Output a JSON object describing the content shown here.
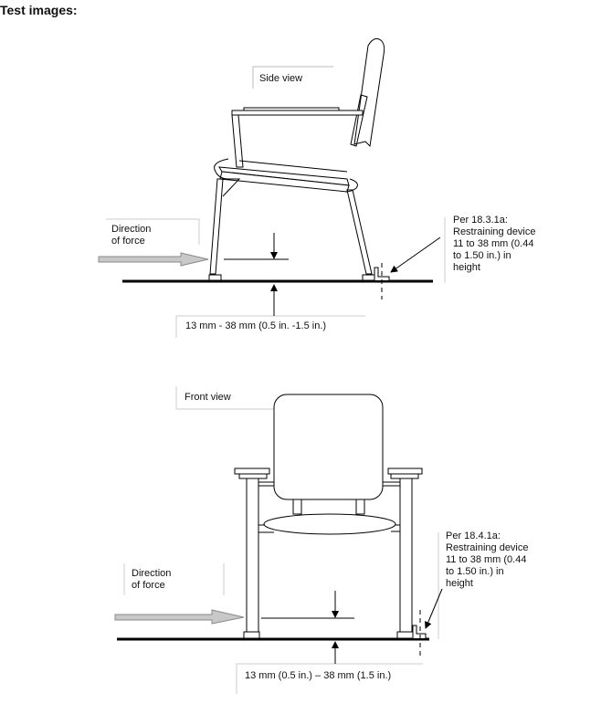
{
  "heading": "Test images:",
  "side_view": {
    "title": "Side view",
    "force_label": [
      "Direction",
      "of force"
    ],
    "dimension": "13 mm - 38 mm (0.5 in. -1.5 in.)",
    "note": [
      "Per 18.3.1a:",
      "Restraining device",
      "11 to 38 mm (0.44",
      "to 1.50 in.) in",
      "height"
    ]
  },
  "front_view": {
    "title": "Front view",
    "force_label": [
      "Direction",
      "of force"
    ],
    "dimension": "13 mm (0.5 in.) – 38 mm (1.5 in.)",
    "note": [
      "Per 18.4.1a:",
      "Restraining device",
      "11 to 38 mm (0.44",
      "to 1.50 in.) in",
      "height"
    ]
  },
  "colors": {
    "line": "#000000",
    "arrow_fill": "#c8c8c8",
    "label_border": "#cccccc"
  }
}
